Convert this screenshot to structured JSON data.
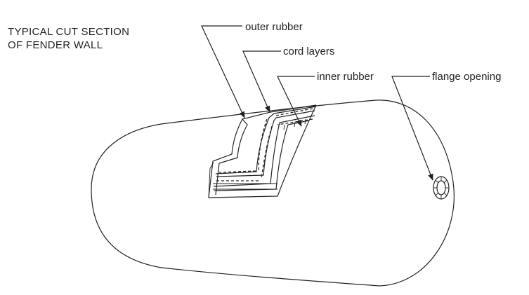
{
  "caption": {
    "line1": "TYPICAL CUT SECTION",
    "line2": "OF FENDER WALL"
  },
  "labels": {
    "outer_rubber": "outer rubber",
    "cord_layers": "cord layers",
    "inner_rubber": "inner rubber",
    "flange_opening": "flange opening"
  },
  "icons": {
    "flange": "flange-opening-icon"
  }
}
